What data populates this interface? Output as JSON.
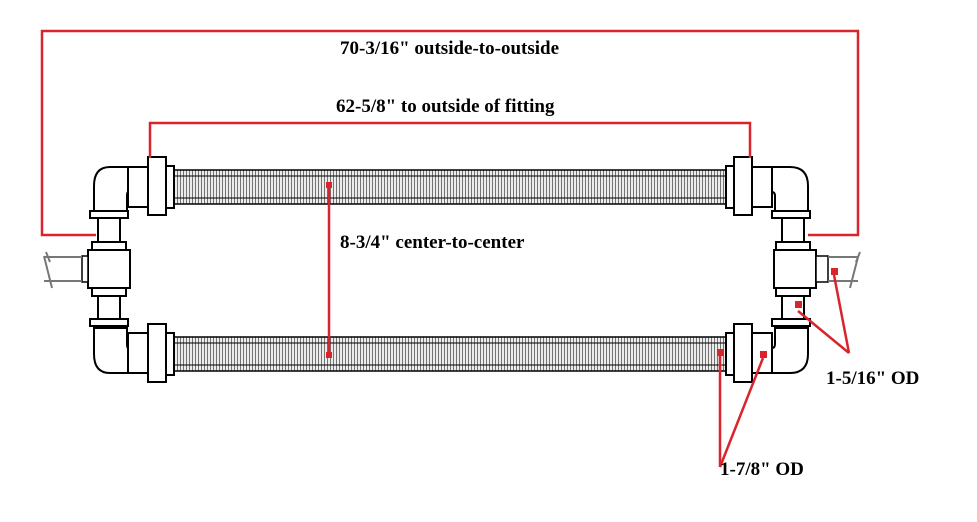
{
  "labels": {
    "outside_to_outside": "70-3/16\" outside-to-outside",
    "to_outside_of_fitting": "62-5/8\" to outside of fitting",
    "center_to_center": "8-3/4\" center-to-center",
    "small_od": "1-5/16\" OD",
    "large_od": "1-7/8\" OD"
  },
  "colors": {
    "dimension_line": "#d9242b",
    "outline": "#000000",
    "fitting_fill": "#ffffff",
    "fin_fill": "#e8e8e8",
    "bracket": "#777777"
  }
}
